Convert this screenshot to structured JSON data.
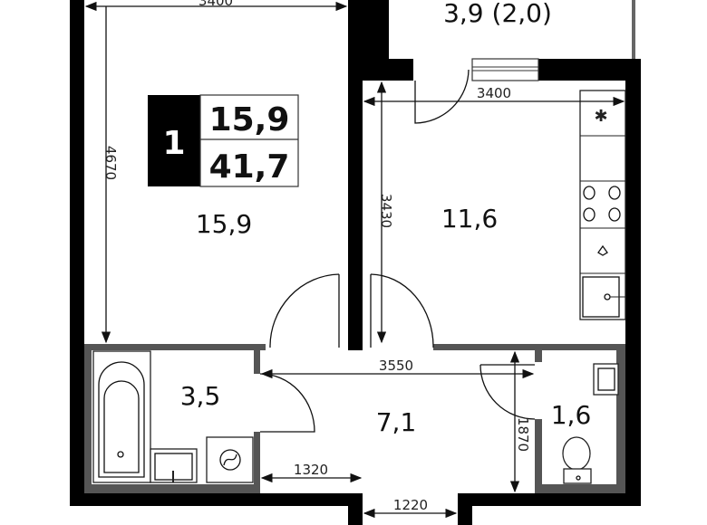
{
  "legend": {
    "rooms": "1",
    "living_area": "15,9",
    "total_area": "41,7"
  },
  "rooms": {
    "bedroom": "15,9",
    "kitchen": "11,6",
    "balcony": "3,9 (2,0)",
    "bathroom": "3,5",
    "hall": "7,1",
    "wc": "1,6"
  },
  "dimensions": {
    "bedroom_width": "3400",
    "bedroom_length": "4670",
    "kitchen_width": "3400",
    "kitchen_length": "3430",
    "hall_length": "3550",
    "hall_width": "1320",
    "entrance_width": "1220",
    "wc_length": "1870"
  },
  "colors": {
    "wall": "#000000",
    "partition": "#555555"
  }
}
